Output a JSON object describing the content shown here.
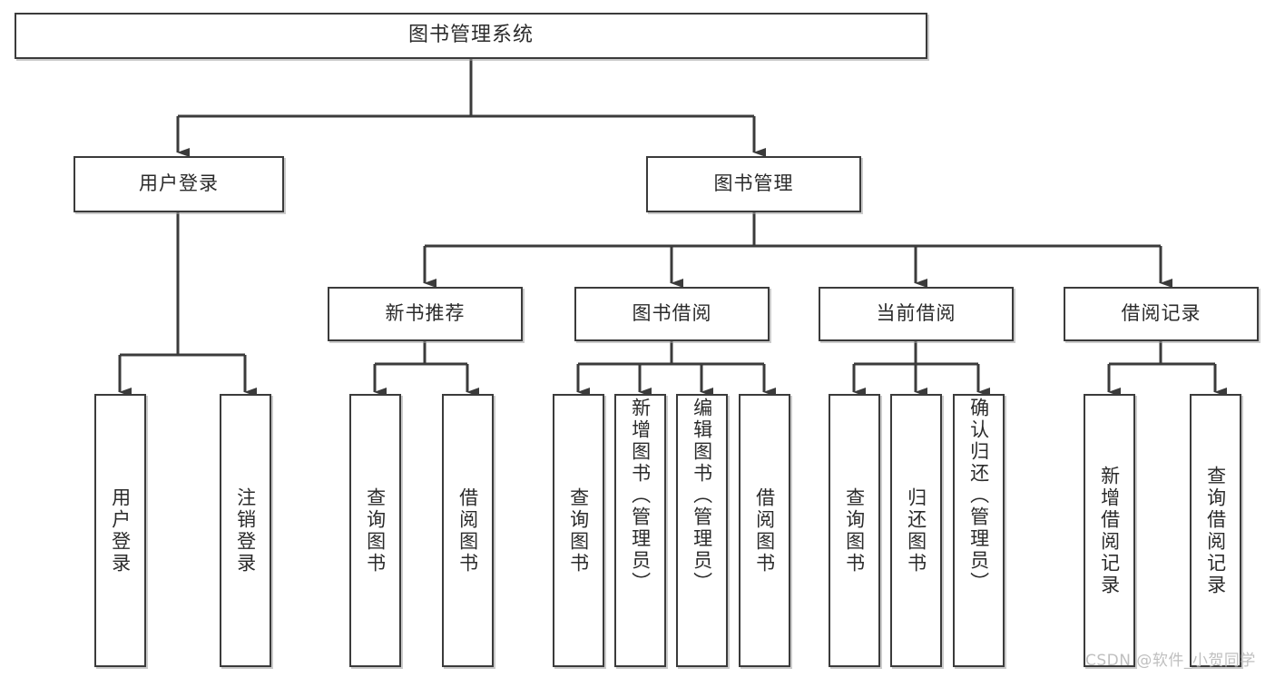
{
  "diagram": {
    "title": "图书管理系统",
    "type": "tree-hierarchy",
    "watermark": "CSDN @软件_小贺同学",
    "colors": {
      "box_border": "#3b3b3b",
      "box_fill": "#ffffff",
      "connector": "#3b3b3b",
      "text": "#2b2b2b",
      "watermark": "#bfbfbf",
      "background": "#ffffff"
    }
  },
  "nodes": {
    "root": {
      "label": "图书管理系统",
      "level": 0,
      "orientation": "horizontal"
    },
    "level1": [
      {
        "id": "user-login",
        "label": "用户登录",
        "orientation": "horizontal"
      },
      {
        "id": "book-manage",
        "label": "图书管理",
        "orientation": "horizontal"
      }
    ],
    "level2": [
      {
        "id": "new-book-recommend",
        "label": "新书推荐",
        "orientation": "horizontal",
        "parent": "book-manage"
      },
      {
        "id": "book-borrow",
        "label": "图书借阅",
        "orientation": "horizontal",
        "parent": "book-manage"
      },
      {
        "id": "current-borrow",
        "label": "当前借阅",
        "orientation": "horizontal",
        "parent": "book-manage"
      },
      {
        "id": "borrow-record",
        "label": "借阅记录",
        "orientation": "horizontal",
        "parent": "book-manage"
      }
    ],
    "leaves": [
      {
        "id": "leaf-user-login",
        "label": "用户登录",
        "parent": "user-login",
        "orientation": "vertical"
      },
      {
        "id": "leaf-user-logout",
        "label": "注销登录",
        "parent": "user-login",
        "orientation": "vertical"
      },
      {
        "id": "leaf-query-book-1",
        "label": "查询图书",
        "parent": "new-book-recommend",
        "orientation": "vertical"
      },
      {
        "id": "leaf-borrow-book-1",
        "label": "借阅图书",
        "parent": "new-book-recommend",
        "orientation": "vertical"
      },
      {
        "id": "leaf-query-book-2",
        "label": "查询图书",
        "parent": "book-borrow",
        "orientation": "vertical"
      },
      {
        "id": "leaf-add-book",
        "label": "新增图书（管理员）",
        "parent": "book-borrow",
        "orientation": "vertical"
      },
      {
        "id": "leaf-edit-book",
        "label": "编辑图书（管理员）",
        "parent": "book-borrow",
        "orientation": "vertical"
      },
      {
        "id": "leaf-borrow-book-2",
        "label": "借阅图书",
        "parent": "book-borrow",
        "orientation": "vertical"
      },
      {
        "id": "leaf-query-book-3",
        "label": "查询图书",
        "parent": "current-borrow",
        "orientation": "vertical"
      },
      {
        "id": "leaf-return-book",
        "label": "归还图书",
        "parent": "current-borrow",
        "orientation": "vertical"
      },
      {
        "id": "leaf-confirm-return",
        "label": "确认归还（管理员）",
        "parent": "current-borrow",
        "orientation": "vertical"
      },
      {
        "id": "leaf-add-record",
        "label": "新增借阅记录",
        "parent": "borrow-record",
        "orientation": "vertical"
      },
      {
        "id": "leaf-query-record",
        "label": "查询借阅记录",
        "parent": "borrow-record",
        "orientation": "vertical"
      }
    ]
  }
}
